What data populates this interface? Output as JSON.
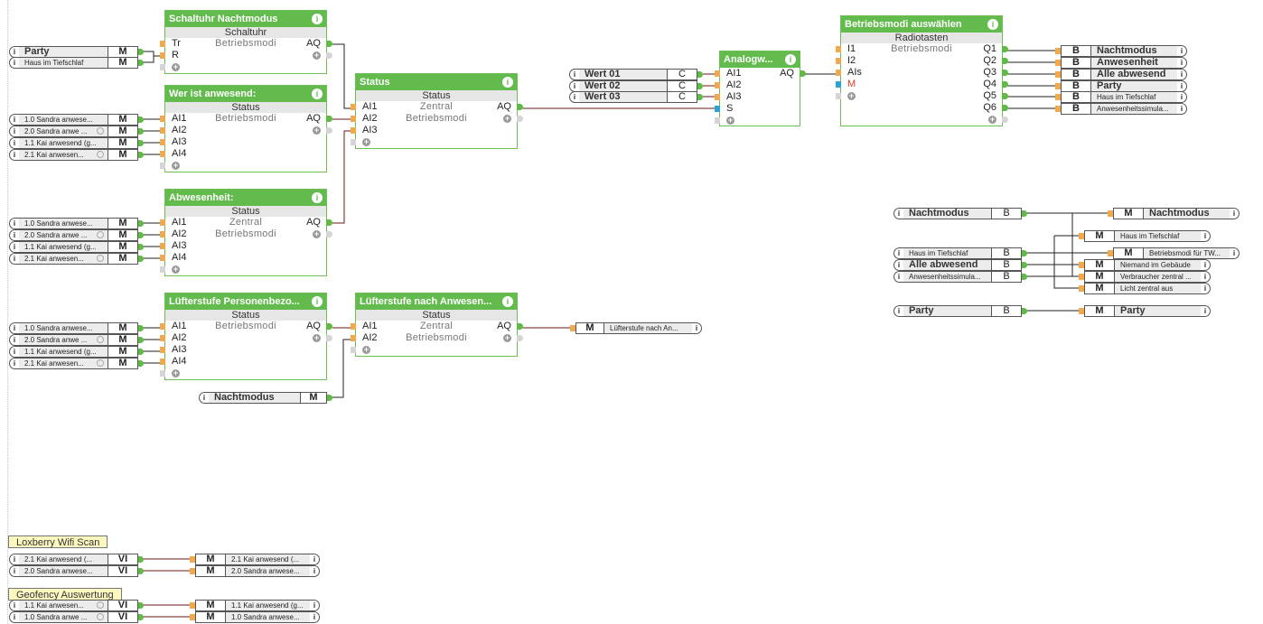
{
  "blocks": {
    "schaltuhr": {
      "title": "Schaltuhr Nachtmodus",
      "type": "Schaltuhr",
      "inputs": [
        "Tr",
        "R"
      ],
      "output": "AQ",
      "category": "Betriebsmodi"
    },
    "wer": {
      "title": "Wer ist anwesend:",
      "type": "Status",
      "inputs": [
        "AI1",
        "AI2",
        "AI3",
        "AI4"
      ],
      "output": "AQ",
      "category": "Betriebsmodi"
    },
    "abwesenheit": {
      "title": "Abwesenheit:",
      "type": "Status",
      "inputs": [
        "AI1",
        "AI2",
        "AI3",
        "AI4"
      ],
      "output": "AQ",
      "room": "Zentral",
      "category": "Betriebsmodi"
    },
    "luefter_pers": {
      "title": "Lüfterstufe Personenbezo...",
      "type": "Status",
      "inputs": [
        "AI1",
        "AI2",
        "AI3",
        "AI4"
      ],
      "output": "AQ",
      "category": "Betriebsmodi"
    },
    "status": {
      "title": "Status",
      "type": "Status",
      "inputs": [
        "AI1",
        "AI2",
        "AI3"
      ],
      "output": "AQ",
      "room": "Zentral",
      "category": "Betriebsmodi"
    },
    "luefter_anw": {
      "title": "Lüfterstufe nach Anwesen...",
      "type": "Status",
      "inputs": [
        "AI1",
        "AI2"
      ],
      "output": "AQ",
      "room": "Zentral",
      "category": "Betriebsmodi"
    },
    "analog": {
      "title": "Analogw...",
      "inputs": [
        "AI1",
        "AI2",
        "AI3",
        "S"
      ],
      "output": "AQ"
    },
    "radio": {
      "title": "Betriebsmodi auswählen",
      "type": "Radiotasten",
      "inputs": [
        "I1",
        "I2",
        "AIs",
        "M"
      ],
      "outputs": [
        "Q1",
        "Q2",
        "Q3",
        "Q4",
        "Q5",
        "Q6"
      ],
      "category": "Betriebsmodi"
    }
  },
  "memory_inputs": {
    "schaltuhr": [
      {
        "name": "Party",
        "type": "M"
      },
      {
        "name": "Haus im Tiefschlaf",
        "type": "M"
      }
    ],
    "wer": [
      {
        "name": "1.0 Sandra anwese...",
        "type": "M"
      },
      {
        "name": "2.0 Sandra anwe ...",
        "type": "M"
      },
      {
        "name": "1.1 Kai anwesend (g...",
        "type": "M"
      },
      {
        "name": "2.1 Kai anwesen...",
        "type": "M"
      }
    ],
    "abwesenheit": [
      {
        "name": "1.0 Sandra anwese...",
        "type": "M"
      },
      {
        "name": "2.0 Sandra anwe ...",
        "type": "M"
      },
      {
        "name": "1.1 Kai anwesend (g...",
        "type": "M"
      },
      {
        "name": "2.1 Kai anwesen...",
        "type": "M"
      }
    ],
    "luefter": [
      {
        "name": "1.0 Sandra anwese...",
        "type": "M"
      },
      {
        "name": "2.0 Sandra anwe ...",
        "type": "M"
      },
      {
        "name": "1.1 Kai anwesend (g...",
        "type": "M"
      },
      {
        "name": "2.1 Kai anwesen...",
        "type": "M"
      }
    ],
    "nacht": {
      "name": "Nachtmodus",
      "type": "M"
    },
    "werte": [
      {
        "name": "Wert 01",
        "type": "C"
      },
      {
        "name": "Wert 02",
        "type": "C"
      },
      {
        "name": "Wert 03",
        "type": "C"
      }
    ]
  },
  "radio_outputs": [
    {
      "type": "B",
      "name": "Nachtmodus"
    },
    {
      "type": "B",
      "name": "Anwesenheit"
    },
    {
      "type": "B",
      "name": "Alle abwesend"
    },
    {
      "type": "B",
      "name": "Party"
    },
    {
      "type": "B",
      "name": "Haus im Tiefschlaf"
    },
    {
      "type": "B",
      "name": "Anwesenheitssimula..."
    }
  ],
  "luefter_output": {
    "type": "M",
    "name": "Lüfterstufe nach An..."
  },
  "right_group": {
    "sources": [
      {
        "name": "Nachtmodus",
        "type": "B"
      },
      {
        "name": "Haus im Tiefschlaf",
        "type": "B"
      },
      {
        "name": "Alle abwesend",
        "type": "B"
      },
      {
        "name": "Anwesenheitssimula...",
        "type": "B"
      },
      {
        "name": "Party",
        "type": "B"
      }
    ],
    "targets": [
      {
        "name": "Nachtmodus",
        "type": "M"
      },
      {
        "name": "Haus im Tiefschlaf",
        "type": "M"
      },
      {
        "name": "Betriebsmodi für TW...",
        "type": "M"
      },
      {
        "name": "Niemand im Gebäude",
        "type": "M"
      },
      {
        "name": "Verbraucher zentral ...",
        "type": "M"
      },
      {
        "name": "Licht zentral aus",
        "type": "M"
      },
      {
        "name": "Party",
        "type": "M"
      }
    ]
  },
  "comments": {
    "wifi": "Loxberry Wifi Scan",
    "geo": "Geofency Auswertung"
  },
  "wifi": [
    {
      "src": "2.1 Kai anwesend (...",
      "src_type": "VI",
      "dst_type": "M",
      "dst": "2.1 Kai anwesend (..."
    },
    {
      "src": "2.0 Sandra anwese...",
      "src_type": "VI",
      "dst_type": "M",
      "dst": "2.0 Sandra anwese..."
    }
  ],
  "geo": [
    {
      "src": "1.1 Kai anwesen...",
      "src_type": "VI",
      "dst_type": "M",
      "dst": "1.1 Kai anwesend (g..."
    },
    {
      "src": "1.0 Sandra anwe ...",
      "src_type": "VI",
      "dst_type": "M",
      "dst": "1.0 Sandra anwese..."
    }
  ],
  "icons": {
    "info": "i",
    "add": "+"
  }
}
